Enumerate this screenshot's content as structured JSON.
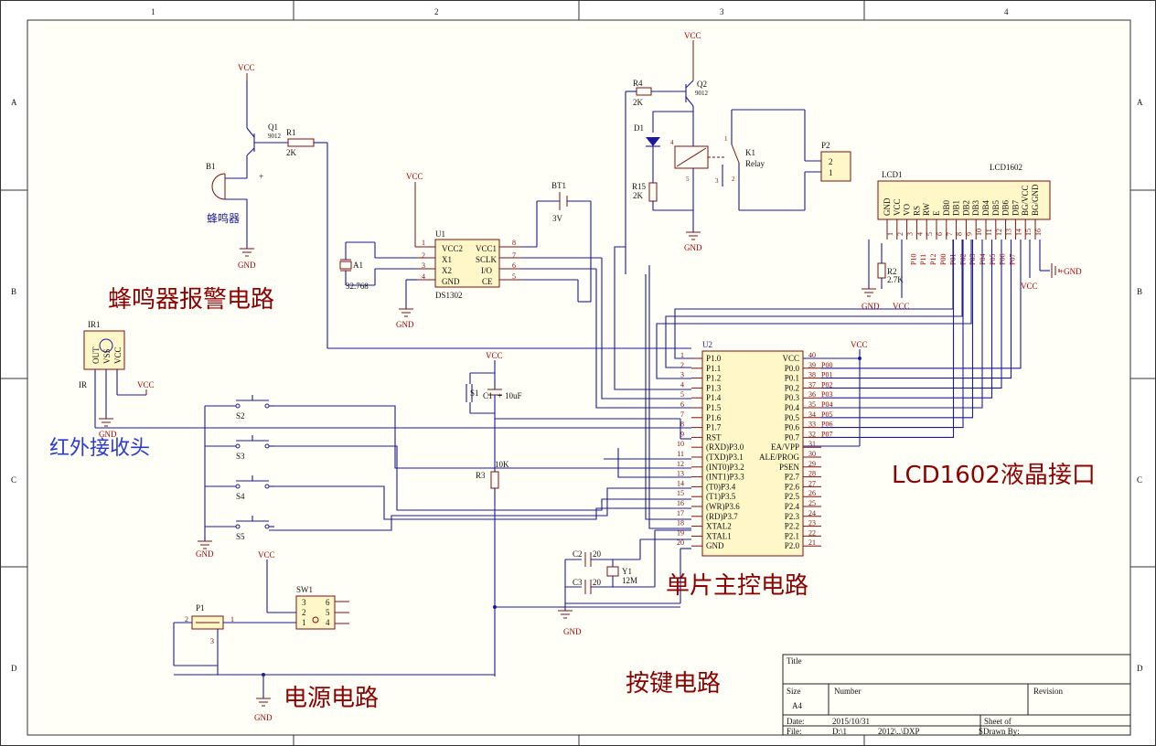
{
  "border": {
    "columns": [
      "1",
      "2",
      "3",
      "4"
    ],
    "rows": [
      "A",
      "B",
      "C",
      "D"
    ]
  },
  "sections": {
    "buzzer": "蜂鸣器报警电路",
    "ir": "红外接收头",
    "lcd": "LCD1602液晶接口",
    "mcu": "单片主控电路",
    "power": "电源电路",
    "keys": "按键电路"
  },
  "power": {
    "vcc": "VCC",
    "gnd": "GND",
    "gnd_alt": "+GND"
  },
  "buzzer": {
    "q1": "Q1",
    "q1_type": "9012",
    "r1": "R1",
    "r1_val": "2K",
    "b1": "B1",
    "b1_name": "蜂鸣器",
    "plus": "+"
  },
  "relay": {
    "r4": "R4",
    "r4_val": "2K",
    "q2": "Q2",
    "q2_type": "9012",
    "d1": "D1",
    "r15": "R15",
    "r15_val": "2K",
    "k1": "K1",
    "k1_name": "Relay",
    "p2": "P2",
    "p2_pins": [
      "2",
      "1"
    ],
    "coil_pins": [
      "4",
      "3",
      "5",
      "1",
      "2"
    ]
  },
  "rtc": {
    "u1": "U1",
    "chip": "DS1302",
    "a1": "A1",
    "a1_val": "32.768",
    "bt1": "BT1",
    "bt1_val": "3V",
    "left_pins": [
      {
        "n": "1",
        "name": "VCC2"
      },
      {
        "n": "2",
        "name": "X1"
      },
      {
        "n": "3",
        "name": "X2"
      },
      {
        "n": "4",
        "name": "GND"
      }
    ],
    "right_pins": [
      {
        "n": "8",
        "name": "VCC1"
      },
      {
        "n": "7",
        "name": "SCLK"
      },
      {
        "n": "6",
        "name": "I/O"
      },
      {
        "n": "5",
        "name": "CE"
      }
    ]
  },
  "lcd": {
    "ref": "LCD1",
    "part": "LCD1602",
    "pins": [
      "GND",
      "VCC",
      "VO",
      "RS",
      "RW",
      "E",
      "DB0",
      "DB1",
      "DB2",
      "DB3",
      "DB4",
      "DB5",
      "DB6",
      "DB7",
      "BG/VCC",
      "BG/GND"
    ],
    "nums": [
      "1",
      "2",
      "3",
      "4",
      "5",
      "6",
      "7",
      "8",
      "9",
      "10",
      "11",
      "12",
      "13",
      "14",
      "15",
      "16"
    ],
    "nets": [
      "P10",
      "P11",
      "P12",
      "P00",
      "P01",
      "P02",
      "P03",
      "P04",
      "P05",
      "P06",
      "P07"
    ],
    "r2": "R2",
    "r2_val": "2.7K"
  },
  "ir": {
    "ref": "IR1",
    "pins": [
      "OUT",
      "VSS",
      "VCC"
    ],
    "net": "IR"
  },
  "keys": {
    "s1": "S1",
    "s2": "S2",
    "s3": "S3",
    "s4": "S4",
    "s5": "S5"
  },
  "reset": {
    "c1": "C1",
    "c1_val": "10uF",
    "c1_plus": "+",
    "r3": "R3",
    "r3_val": "10K"
  },
  "osc": {
    "c2": "C2",
    "c2_val": "20",
    "c3": "C3",
    "c3_val": "20",
    "y1": "Y1",
    "y1_val": "12M"
  },
  "mcu": {
    "ref": "U2",
    "left": [
      {
        "n": "1",
        "name": "P1.0"
      },
      {
        "n": "2",
        "name": "P1.1"
      },
      {
        "n": "3",
        "name": "P1.2"
      },
      {
        "n": "4",
        "name": "P1.3"
      },
      {
        "n": "5",
        "name": "P1.4"
      },
      {
        "n": "6",
        "name": "P1.5"
      },
      {
        "n": "7",
        "name": "P1.6"
      },
      {
        "n": "8",
        "name": "P1.7"
      },
      {
        "n": "9",
        "name": "RST"
      },
      {
        "n": "10",
        "name": "(RXD)P3.0"
      },
      {
        "n": "11",
        "name": "(TXD)P3.1"
      },
      {
        "n": "12",
        "name": "(INT0)P3.2"
      },
      {
        "n": "13",
        "name": "(INT1)P3.3"
      },
      {
        "n": "14",
        "name": "(T0)P3.4"
      },
      {
        "n": "15",
        "name": "(T1)P3.5"
      },
      {
        "n": "16",
        "name": "(WR)P3.6"
      },
      {
        "n": "17",
        "name": "(RD)P3.7"
      },
      {
        "n": "18",
        "name": "XTAL2"
      },
      {
        "n": "19",
        "name": "XTAL1"
      },
      {
        "n": "20",
        "name": "GND"
      }
    ],
    "right": [
      {
        "n": "40",
        "name": "VCC",
        "net": ""
      },
      {
        "n": "39",
        "name": "P0.0",
        "net": "P00"
      },
      {
        "n": "38",
        "name": "P0.1",
        "net": "P01"
      },
      {
        "n": "37",
        "name": "P0.2",
        "net": "P02"
      },
      {
        "n": "36",
        "name": "P0.3",
        "net": "P03"
      },
      {
        "n": "35",
        "name": "P0.4",
        "net": "P04"
      },
      {
        "n": "34",
        "name": "P0.5",
        "net": "P05"
      },
      {
        "n": "33",
        "name": "P0.6",
        "net": "P06"
      },
      {
        "n": "32",
        "name": "P0.7",
        "net": "P07"
      },
      {
        "n": "31",
        "name": "EA/VPP",
        "net": ""
      },
      {
        "n": "30",
        "name": "ALE/PROG",
        "net": ""
      },
      {
        "n": "29",
        "name": "PSEN",
        "net": ""
      },
      {
        "n": "28",
        "name": "P2.7",
        "net": ""
      },
      {
        "n": "27",
        "name": "P2.6",
        "net": ""
      },
      {
        "n": "26",
        "name": "P2.5",
        "net": ""
      },
      {
        "n": "25",
        "name": "P2.4",
        "net": ""
      },
      {
        "n": "24",
        "name": "P2.3",
        "net": ""
      },
      {
        "n": "23",
        "name": "P2.2",
        "net": ""
      },
      {
        "n": "22",
        "name": "P2.1",
        "net": ""
      },
      {
        "n": "21",
        "name": "P2.0",
        "net": ""
      }
    ]
  },
  "power_in": {
    "p1": "P1",
    "p1_pins": [
      "2",
      "1",
      "3"
    ],
    "sw1": "SW1",
    "sw_pins": [
      "3",
      "2",
      "1",
      "6",
      "5",
      "4"
    ]
  },
  "title_block": {
    "title": "Title",
    "size": "Size",
    "size_val": "A4",
    "number": "Number",
    "revision": "Revision",
    "date": "Date:",
    "date_val": "2015/10/31",
    "file": "File:",
    "file_val": "D:\\1",
    "file_path": "2012\\..\\DXP",
    "sheet": "Sheet   of",
    "drawn": "SDrawn By:"
  }
}
